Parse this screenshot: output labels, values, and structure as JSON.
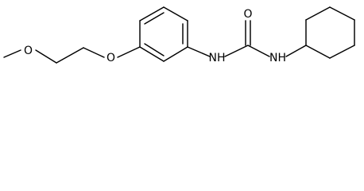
{
  "atoms": {
    "ether_oxygen_chain": "O",
    "ether_oxygen_ring": "O",
    "nh_left": "NH",
    "carbonyl_oxygen": "O",
    "nh_right": "NH"
  }
}
